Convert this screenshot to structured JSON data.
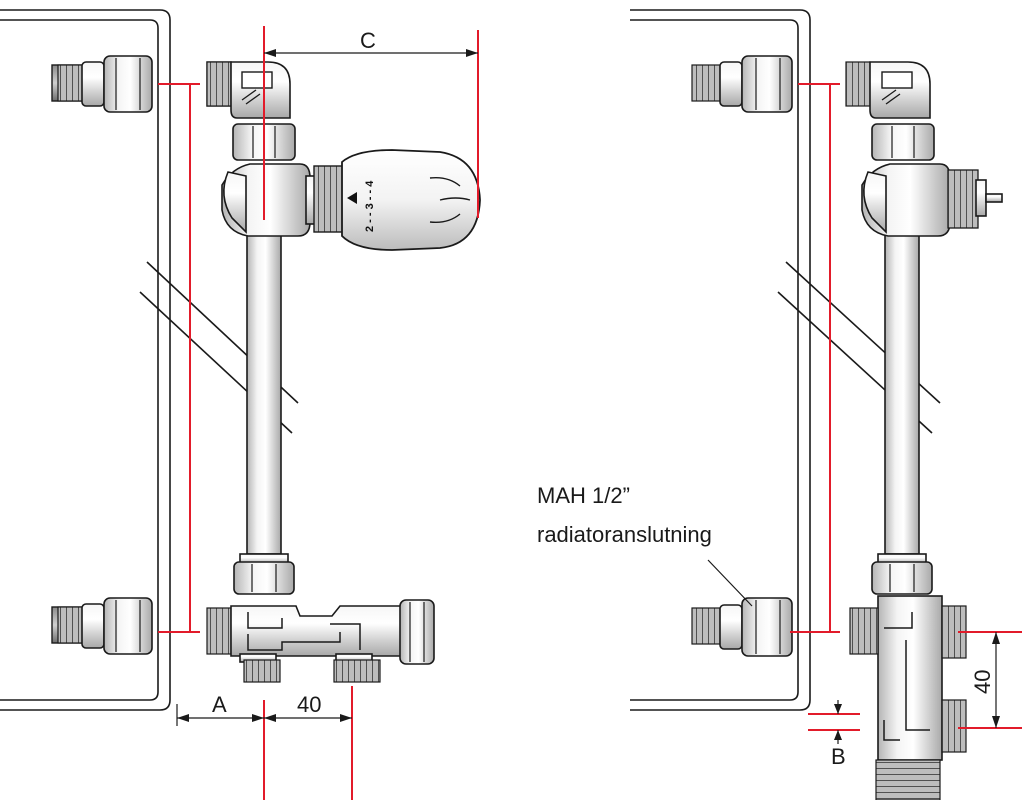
{
  "labels": {
    "dim_a": "A",
    "dim_b": "B",
    "dim_c": "C",
    "dim_40_horizontal": "40",
    "dim_40_vertical": "40",
    "callout_line1": "MAH 1/2”",
    "callout_line2": "radiatoranslutning",
    "dial_scale": "2 - - 3 - - 4"
  },
  "colors": {
    "dimension_line": "#e21b2a",
    "outline": "#1a1a1a",
    "metal": "#d9d9d9"
  }
}
